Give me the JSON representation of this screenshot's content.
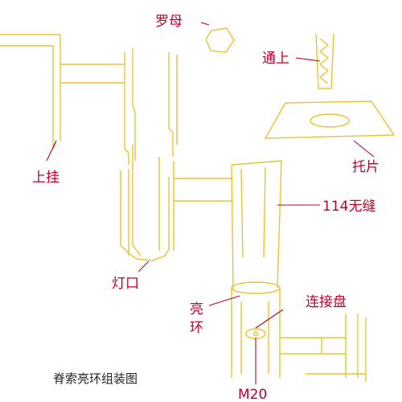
{
  "title": "脊索亮环组装图",
  "labels": {
    "luomu": "罗母",
    "tongshang": "通上",
    "shanggua": "上挂",
    "tuopian": "托片",
    "wufeng": "114无缝",
    "dengkou": "灯口",
    "lianghuan_1": "亮",
    "lianghuan_2": "环",
    "lianjiepan": "连接盘",
    "m20": "M20"
  },
  "colors": {
    "part_outline": "#e8c430",
    "label_text": "#c0002a",
    "leader_line": "#c0002a",
    "background": "#ffffff"
  }
}
